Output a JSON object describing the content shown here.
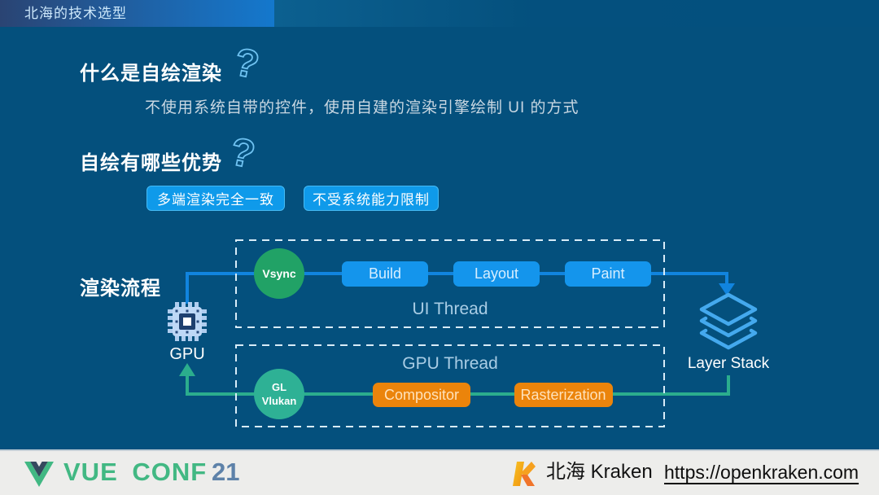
{
  "header": {
    "title": "北海的技术选型"
  },
  "what_section": {
    "heading": "什么是自绘渲染",
    "description": "不使用系统自带的控件，使用自建的渲染引擎绘制 UI 的方式"
  },
  "advantages_section": {
    "heading": "自绘有哪些优势",
    "badges": [
      "多端渲染完全一致",
      "不受系统能力限制"
    ]
  },
  "diagram": {
    "heading": "渲染流程",
    "gpu_label": "GPU",
    "layer_stack_label": "Layer Stack",
    "ui_thread": {
      "label": "UI Thread",
      "vsync_label": "Vsync",
      "steps": [
        "Build",
        "Layout",
        "Paint"
      ]
    },
    "gpu_thread": {
      "label": "GPU Thread",
      "gl_line1": "GL",
      "gl_line2": "Vlukan",
      "steps": [
        "Compositor",
        "Rasterization"
      ]
    }
  },
  "icons": {
    "question_mark": "?"
  },
  "footer": {
    "conf_name": "VUE CONF",
    "conf_year": "21",
    "brand_name": "北海 Kraken",
    "link": "https://openkraken.com"
  },
  "colors": {
    "background": "#04507D",
    "topbar_gradient_end": "#1478CD",
    "accent_blue": "#1495EC",
    "node_green": "#21A266",
    "node_teal": "#2EB195",
    "node_orange": "#EB840B",
    "flow_blue_line": "#1184DE",
    "flow_green_line": "#2BAD8D",
    "dashed_border": "#D8ECF8",
    "vue_green": "#42B883",
    "year_blue": "#5E82A9",
    "footer_background": "#EDEDEB"
  }
}
